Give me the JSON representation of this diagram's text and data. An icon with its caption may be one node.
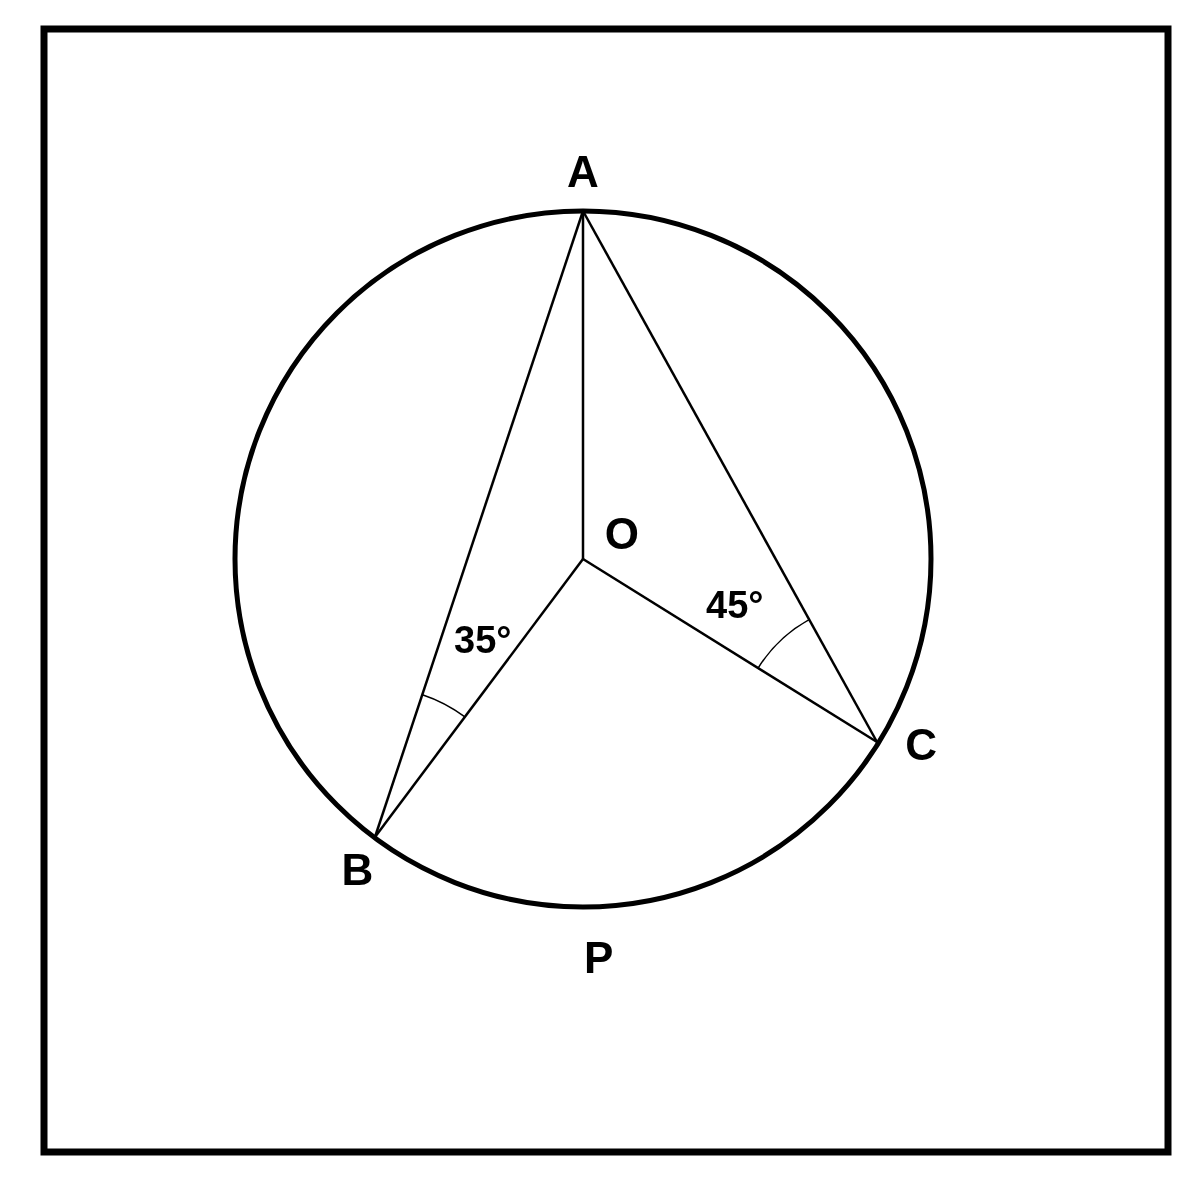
{
  "diagram": {
    "nodes": [
      {
        "text": [
          "A"
        ]
      },
      {
        "text": [
          "O"
        ]
      },
      {
        "text": [
          "B"
        ]
      },
      {
        "text": [
          "C"
        ]
      }
    ],
    "edges": [
      {
        "from": 0,
        "to": 2,
        "arrow": "none"
      },
      {
        "from": 0,
        "to": 1,
        "arrow": "none"
      },
      {
        "from": 0,
        "to": 3,
        "arrow": "none"
      },
      {
        "from": 1,
        "to": 2,
        "arrow": "none"
      },
      {
        "from": 1,
        "to": 3,
        "arrow": "none"
      }
    ],
    "labels": [
      "45°",
      "35°",
      "P"
    ]
  }
}
